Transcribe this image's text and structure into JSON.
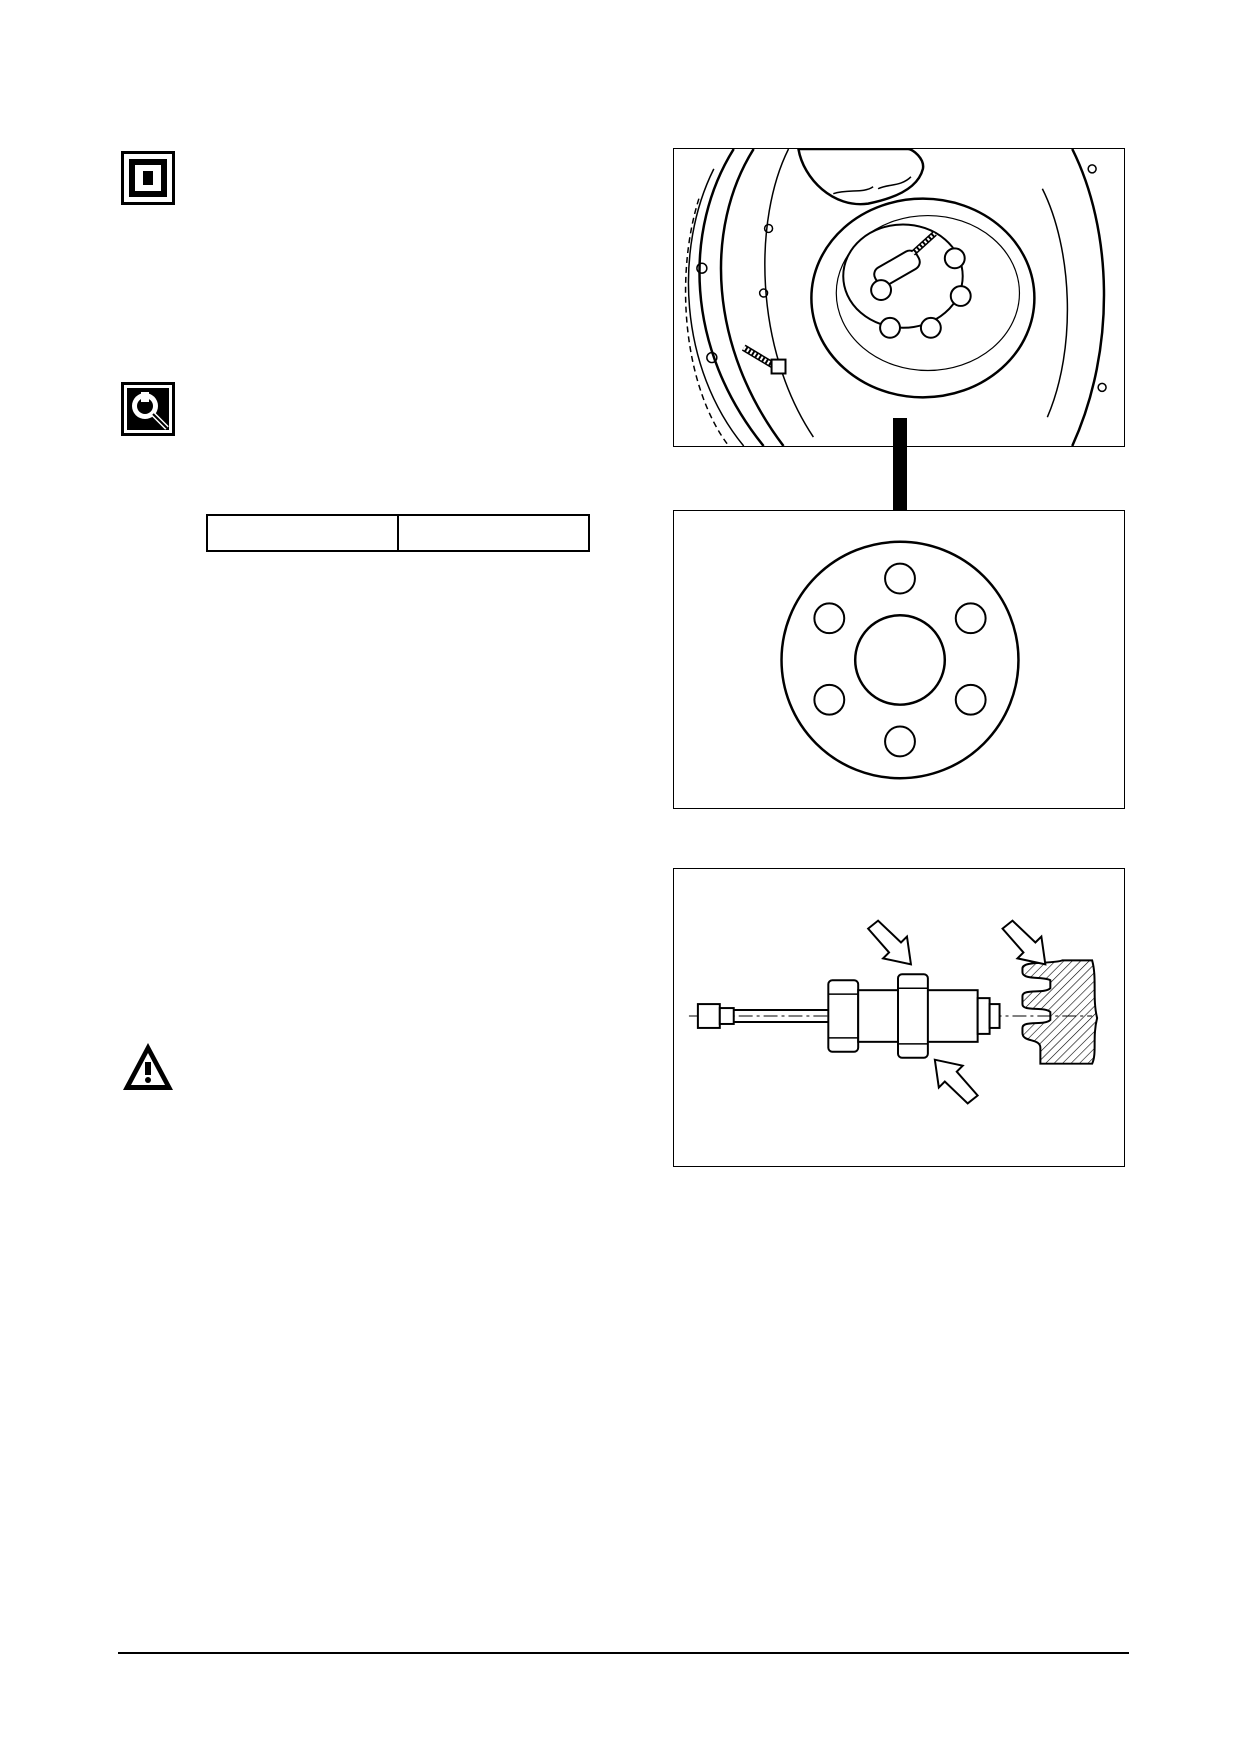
{
  "icons": {
    "procedure": "procedure-icon",
    "tool": "wrench-magnifier-icon",
    "warning": "warning-triangle-icon"
  },
  "spec_table": {
    "cells": [
      "",
      ""
    ]
  },
  "figures": [
    {
      "subject": "flywheel-bolts"
    },
    {
      "subject": "flange-hole-pattern"
    },
    {
      "subject": "sensor-and-toothed-wheel"
    }
  ]
}
